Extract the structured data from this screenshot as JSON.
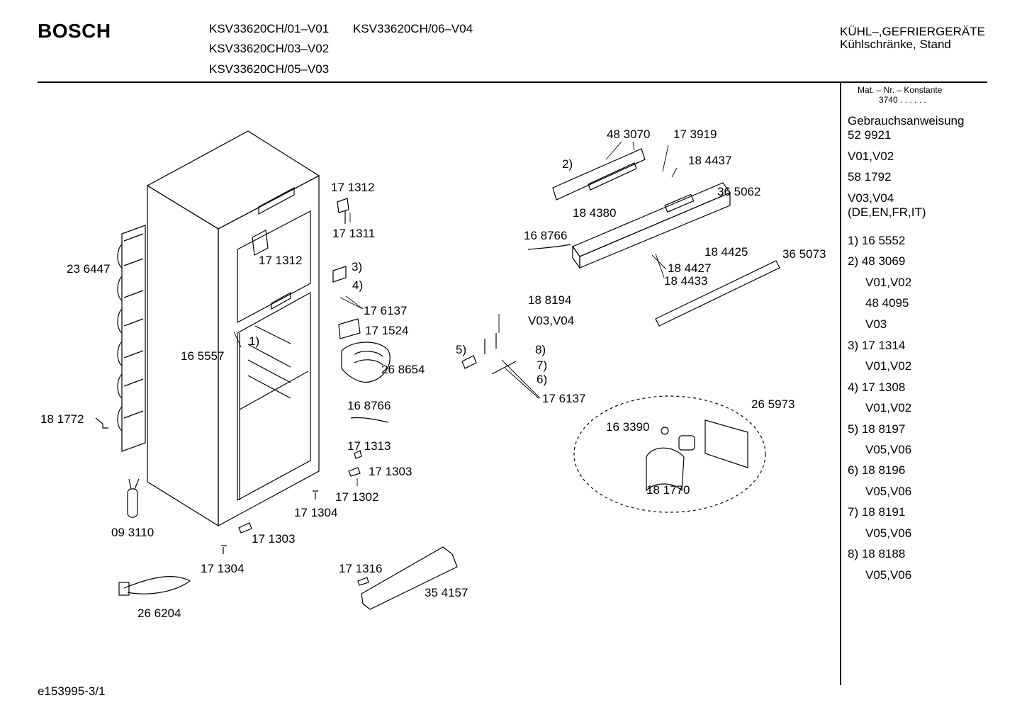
{
  "header": {
    "brand": "BOSCH",
    "models": [
      "KSV33620CH/01–V01",
      "KSV33620CH/06–V04",
      "KSV33620CH/03–V02",
      "KSV33620CH/05–V03"
    ],
    "category": "KÜHL–,GEFRIERGERÄTE",
    "subcategory": "Kühlschränke, Stand"
  },
  "sidebar": {
    "mat_nr_label": "Mat. – Nr. – Konstante",
    "mat_nr_value": "3740 .  .  .  .  .  .",
    "manual_label": "Gebrauchsanweisung",
    "entries": [
      "52 9921",
      "V01,V02",
      "58 1792",
      "V03,V04",
      "(DE,EN,FR,IT)"
    ],
    "notes": [
      "1) 16 5552",
      "2) 48 3069",
      "V01,V02",
      "48 4095",
      "V03",
      "3) 17 1314",
      "V01,V02",
      "4) 17 1308",
      "V01,V02",
      "5) 18 8197",
      "V05,V06",
      "6) 18 8196",
      "V05,V06",
      "7) 18 8191",
      "V05,V06",
      "8) 18 8188",
      "V05,V06"
    ]
  },
  "parts": {
    "p483070": "48 3070",
    "p173919": "17 3919",
    "p2": "2)",
    "p184437": "18 4437",
    "p365062": "36 5062",
    "p184380": "18 4380",
    "p168766a": "16 8766",
    "p184425": "18 4425",
    "p365073": "36 5073",
    "p184427": "18 4427",
    "p184433": "18 4433",
    "p171312a": "17 1312",
    "p171311": "17 1311",
    "p171312b": "17 1312",
    "p3": "3)",
    "p4": "4)",
    "p236447": "23 6447",
    "p176137a": "17 6137",
    "p171524": "17 1524",
    "p1": "1)",
    "p165557": "16 5557",
    "p268654": "26 8654",
    "p188194": "18 8194",
    "pv0304": "V03,V04",
    "p5": "5)",
    "p8": "8)",
    "p7": "7)",
    "p6": "6)",
    "p176137b": "17 6137",
    "p265973": "26 5973",
    "p168766b": "16 8766",
    "p181772": "18 1772",
    "p163390": "16 3390",
    "p171313": "17 1313",
    "p171303a": "17 1303",
    "p171302": "17 1302",
    "p181770": "18 1770",
    "p171304a": "17 1304",
    "p093110": "09 3110",
    "p171303b": "17 1303",
    "p171304b": "17 1304",
    "p171316": "17 1316",
    "p354157": "35 4157",
    "p266204": "26 6204"
  },
  "footer": {
    "doc_id": "e153995-3/1"
  }
}
